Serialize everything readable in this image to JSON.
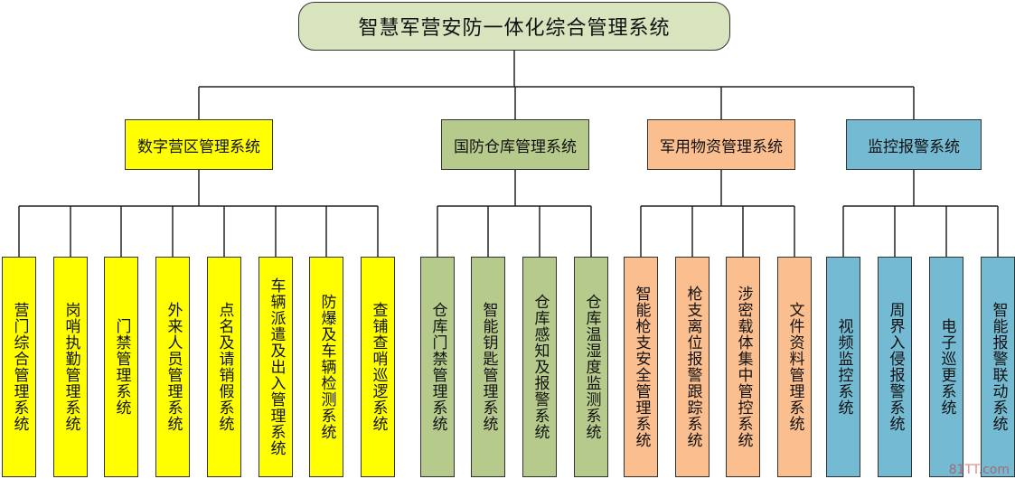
{
  "root": {
    "label": "智慧军营安防一体化综合管理系统",
    "color": "#d7e4bd"
  },
  "categories": [
    {
      "label": "数字营区管理系统",
      "color": "#ffff00",
      "children": [
        "营门综合管理系统",
        "岗哨执勤管理系统",
        "门禁管理系统",
        "外来人员管理系统",
        "点名及请销假系统",
        "车辆派遣及出入管理系统",
        "防爆及车辆检测系统",
        "查铺查哨巡逻系统"
      ]
    },
    {
      "label": "国防仓库管理系统",
      "color": "#b6ca8c",
      "children": [
        "仓库门禁管理系统",
        "智能钥匙管理系统",
        "仓库感知及报警系统",
        "仓库温湿度监测系统"
      ]
    },
    {
      "label": "军用物资管理系统",
      "color": "#fbbf8f",
      "children": [
        "智能枪支安全管理系统",
        "枪支离位报警跟踪系统",
        "涉密载体集中管控系统",
        "文件资料管理系统"
      ]
    },
    {
      "label": "监控报警系统",
      "color": "#74bad2",
      "children": [
        "视频监控系统",
        "周界入侵报警系统",
        "电子巡更系统",
        "智能报警联动系统"
      ]
    }
  ],
  "watermark": "81TT.com"
}
